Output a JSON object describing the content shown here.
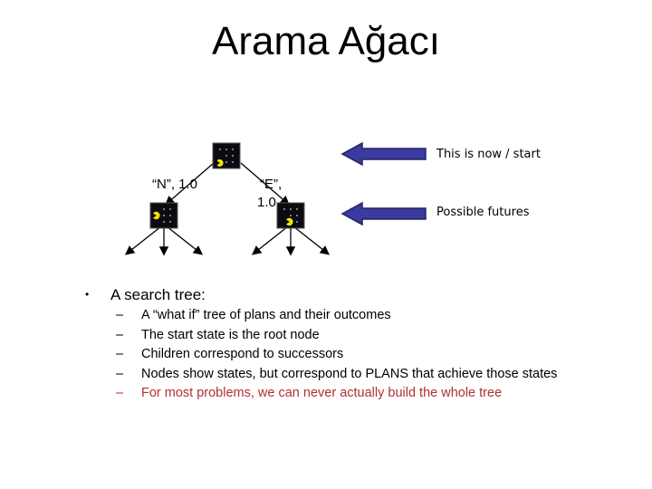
{
  "slide": {
    "title": "Arama Ağacı",
    "root_annotation": "This is now / start",
    "children_annotation": "Possible futures",
    "edge_left_label": "“N”, 1.0",
    "edge_right_label_line1": "“E”,",
    "edge_right_label_line2": "1.0",
    "bullet": "A search tree:",
    "dash": "–",
    "subbullets": [
      "A “what if” tree of plans and their outcomes",
      "The start state is the root node",
      "Children correspond to successors",
      "Nodes show states, but correspond to PLANS that achieve those states",
      "For most problems, we can never actually build the whole tree"
    ]
  },
  "colors": {
    "arrow_fill": "#3a3aa0",
    "arrow_stroke": "#23235e",
    "node_bg": "#0b0b12",
    "pacman": "#ffe600",
    "highlight_text": "#b03030"
  },
  "icons": [
    "pacman-state-icon",
    "arrow-left-icon"
  ]
}
